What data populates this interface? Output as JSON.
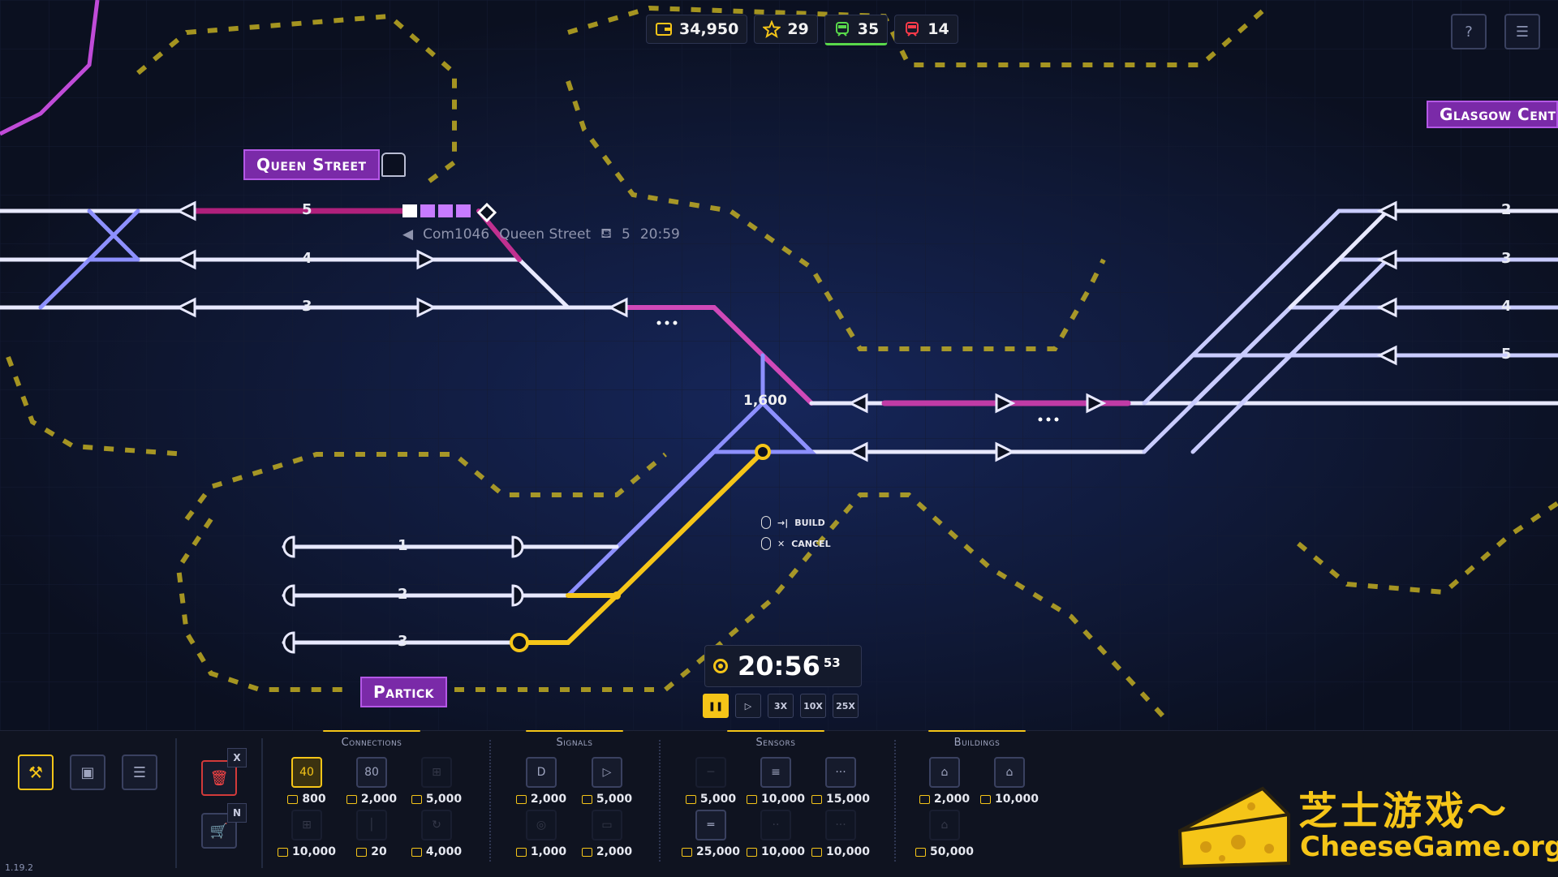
{
  "hud": {
    "money": "34,950",
    "stars": "29",
    "trains": "35",
    "alerts": "14"
  },
  "stations": {
    "queen_street": "Queen Street",
    "glasgow": "Glasgow Centr",
    "partick": "Partick"
  },
  "tracks": {
    "left": [
      "5",
      "4",
      "3"
    ],
    "partick": [
      "1",
      "2",
      "3"
    ],
    "right": [
      "2",
      "3",
      "4",
      "5"
    ]
  },
  "train_info": {
    "id": "Com1046",
    "destination": "Queen Street",
    "platform": "5",
    "time": "20:59"
  },
  "build_cost": "1,600",
  "hints": {
    "build": "BUILD",
    "cancel": "CANCEL"
  },
  "clock": {
    "time": "20:56",
    "seconds": "53"
  },
  "speeds": [
    "3X",
    "10X",
    "25X"
  ],
  "toolbar": {
    "delete_key": "X",
    "shop_key": "N"
  },
  "sections": {
    "connections": "Connections",
    "signals": "Signals",
    "sensors": "Sensors",
    "buildings": "Buildings"
  },
  "prices": {
    "connections": [
      "800",
      "2,000",
      "5,000",
      "10,000",
      "20",
      "4,000"
    ],
    "signals": [
      "2,000",
      "5,000",
      "1,000",
      "2,000"
    ],
    "sensors": [
      "5,000",
      "10,000",
      "15,000",
      "25,000",
      "10,000",
      "10,000"
    ],
    "buildings": [
      "2,000",
      "10,000",
      "50,000"
    ]
  },
  "connection_icons": [
    "40",
    "80"
  ],
  "version": "1.19.2",
  "watermark": {
    "cn": "芝士游戏～",
    "en": "CheeseGame.org"
  },
  "colors": {
    "accent": "#f5c518",
    "track": "#cfd3ff",
    "reserved": "#c0279a",
    "station": "#7a2aa8"
  }
}
